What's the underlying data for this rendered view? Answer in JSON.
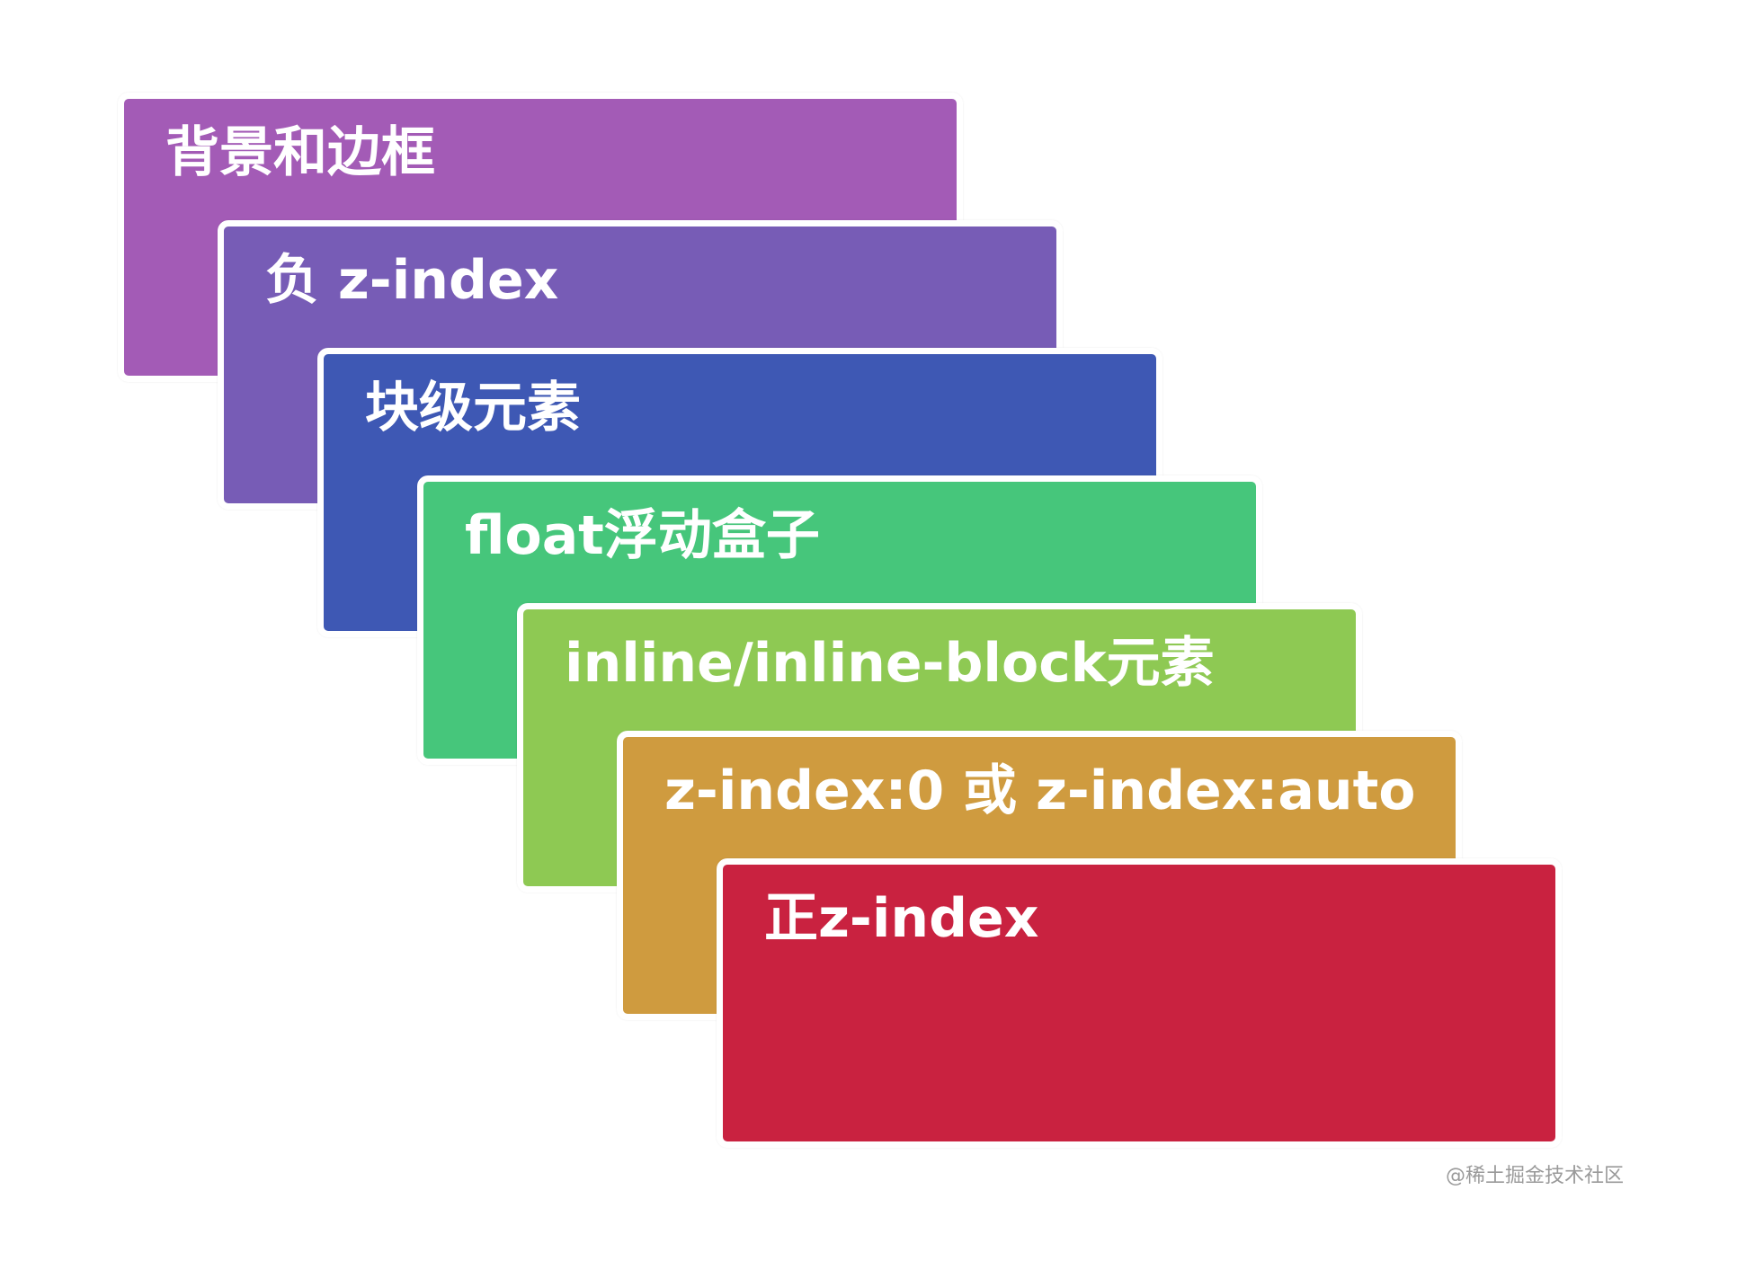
{
  "layers": [
    {
      "label": "背景和边框",
      "color": "#a35bb6"
    },
    {
      "label": "负 z-index",
      "color": "#775cb6"
    },
    {
      "label": "块级元素",
      "color": "#3e58b4"
    },
    {
      "label": "float浮动盒子",
      "color": "#46c67b"
    },
    {
      "label": "inline/inline-block元素",
      "color": "#8ec953"
    },
    {
      "label": "z-index:0 或 z-index:auto",
      "color": "#cf9b3f"
    },
    {
      "label": "正z-index",
      "color": "#c92240"
    }
  ],
  "watermark": "@稀土掘金技术社区"
}
